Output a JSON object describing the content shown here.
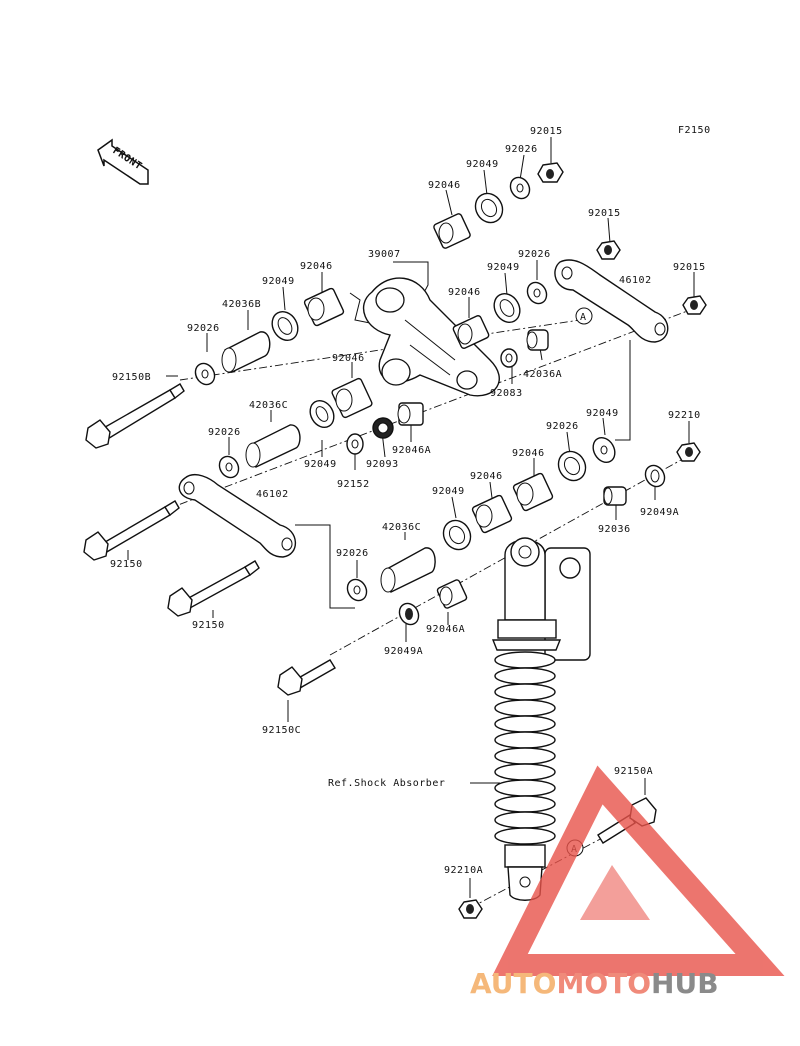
{
  "figure_code": "F2150",
  "front_label": "FRONT",
  "ref_label": "Ref.Shock Absorber",
  "callout_letter": "A",
  "parts": [
    {
      "id": "p1",
      "num": "92015"
    },
    {
      "id": "p2",
      "num": "92026"
    },
    {
      "id": "p3",
      "num": "92049"
    },
    {
      "id": "p4",
      "num": "92046"
    },
    {
      "id": "p5",
      "num": "39007"
    },
    {
      "id": "p6",
      "num": "92015"
    },
    {
      "id": "p7",
      "num": "92026"
    },
    {
      "id": "p8",
      "num": "92049"
    },
    {
      "id": "p9",
      "num": "46102"
    },
    {
      "id": "p10",
      "num": "92015"
    },
    {
      "id": "p11",
      "num": "92046"
    },
    {
      "id": "p12",
      "num": "92049"
    },
    {
      "id": "p13",
      "num": "42036B"
    },
    {
      "id": "p14",
      "num": "92046"
    },
    {
      "id": "p15",
      "num": "92026"
    },
    {
      "id": "p16",
      "num": "42036A"
    },
    {
      "id": "p17",
      "num": "92150B"
    },
    {
      "id": "p18",
      "num": "92083"
    },
    {
      "id": "p19",
      "num": "92046"
    },
    {
      "id": "p20",
      "num": "42036C"
    },
    {
      "id": "p21",
      "num": "92026"
    },
    {
      "id": "p22",
      "num": "92049"
    },
    {
      "id": "p23",
      "num": "92049"
    },
    {
      "id": "p24",
      "num": "92046A"
    },
    {
      "id": "p25",
      "num": "92093"
    },
    {
      "id": "p26",
      "num": "92152"
    },
    {
      "id": "p27",
      "num": "92210"
    },
    {
      "id": "p28",
      "num": "92026"
    },
    {
      "id": "p29",
      "num": "92046"
    },
    {
      "id": "p30",
      "num": "92046"
    },
    {
      "id": "p31",
      "num": "92049A"
    },
    {
      "id": "p32",
      "num": "46102"
    },
    {
      "id": "p33",
      "num": "92049"
    },
    {
      "id": "p34",
      "num": "92036"
    },
    {
      "id": "p35",
      "num": "42036C"
    },
    {
      "id": "p36",
      "num": "92150"
    },
    {
      "id": "p37",
      "num": "92026"
    },
    {
      "id": "p38",
      "num": "92150"
    },
    {
      "id": "p39",
      "num": "92046A"
    },
    {
      "id": "p40",
      "num": "92049A"
    },
    {
      "id": "p41",
      "num": "92150C"
    },
    {
      "id": "p42",
      "num": "92150A"
    },
    {
      "id": "p43",
      "num": "92210A"
    }
  ],
  "watermark": {
    "part1": "AUTO",
    "part2": "MOTO",
    "part3": "HUB",
    "color1": "#f5b87a",
    "color2": "#f08a7a",
    "color3": "#8a8a8a",
    "triangle": "#e8534a"
  }
}
